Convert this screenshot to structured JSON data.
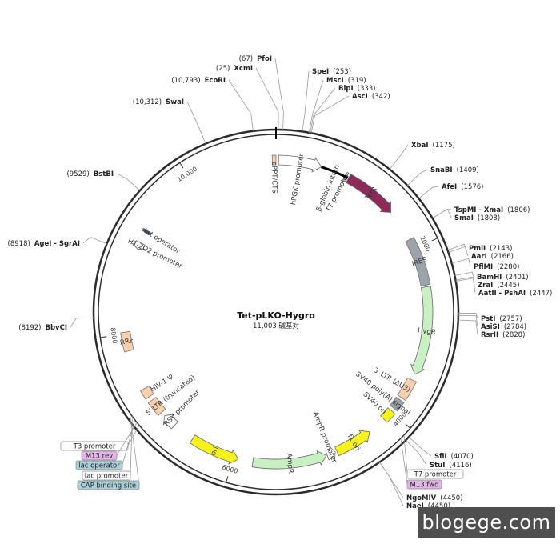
{
  "plasmid": {
    "name": "Tet-pLKO-Hygro",
    "size_label": "11,003 碱基对",
    "length": 11003
  },
  "colors": {
    "backbone": "#2b2b2b",
    "TetR": "#8e2a5a",
    "IRES": "#9ca3ab",
    "HygR": "#c9f0c2",
    "AmpR": "#c9f0c2",
    "ori": "#f7f21c",
    "f1_ori": "#f7f21c",
    "peach": "#f8d0ac",
    "tet_op": "#3f5a63",
    "m13": "#e4b3ea",
    "lac": "#a9cfd8"
  },
  "ticks": [
    {
      "pos": 2000,
      "label": "2000"
    },
    {
      "pos": 4000,
      "label": "4000"
    },
    {
      "pos": 6000,
      "label": "6000"
    },
    {
      "pos": 8000,
      "label": "8000"
    },
    {
      "pos": 10000,
      "label": "10,000"
    }
  ],
  "features": [
    {
      "id": "cppt-cts",
      "label": "cPPT/CTS",
      "start": 10960,
      "end": 11003,
      "kind": "box",
      "color": "peach"
    },
    {
      "id": "hpgk-promoter",
      "label": "hPGK promoter",
      "start": 30,
      "end": 530,
      "kind": "arrow-open",
      "dir": 1
    },
    {
      "id": "t7-promoter",
      "label": "T7 promoter",
      "start": 825,
      "end": 845,
      "kind": "box",
      "color": "lac"
    },
    {
      "id": "beta-globin-intron",
      "label": "β-globin intron",
      "start": 530,
      "end": 860,
      "kind": "line"
    },
    {
      "id": "tetr",
      "label": "TetR",
      "start": 870,
      "end": 1500,
      "kind": "arrow",
      "dir": 1,
      "color": "TetR"
    },
    {
      "id": "ires",
      "label": "IRES",
      "start": 1880,
      "end": 2440,
      "kind": "box",
      "color": "IRES"
    },
    {
      "id": "hygr",
      "label": "HygR",
      "start": 2460,
      "end": 3490,
      "kind": "arrow",
      "dir": 1,
      "color": "HygR"
    },
    {
      "id": "ltr-3",
      "label": "3′ LTR (ΔU3)",
      "start": 3560,
      "end": 3800,
      "kind": "box",
      "color": "peach"
    },
    {
      "id": "sv40-polya",
      "label": "SV40 poly(A) signal",
      "start": 3830,
      "end": 3950,
      "kind": "box",
      "color": "IRES"
    },
    {
      "id": "sv40-ori",
      "label": "SV40 ori",
      "start": 3990,
      "end": 4120,
      "kind": "box",
      "color": "ori"
    },
    {
      "id": "f1-ori",
      "label": "f1 ori",
      "start": 4340,
      "end": 4780,
      "kind": "arrow",
      "dir": -1,
      "color": "f1_ori"
    },
    {
      "id": "ampr-promoter",
      "label": "AmpR promoter",
      "start": 4800,
      "end": 4900,
      "kind": "arrow-open",
      "dir": -1
    },
    {
      "id": "ampr",
      "label": "AmpR",
      "start": 4910,
      "end": 5770,
      "kind": "arrow",
      "dir": -1,
      "color": "AmpR"
    },
    {
      "id": "ori",
      "label": "ori",
      "start": 5940,
      "end": 6520,
      "kind": "arrow",
      "dir": -1,
      "color": "ori"
    },
    {
      "id": "rsv-promoter",
      "label": "RSV promoter",
      "start": 6780,
      "end": 6940,
      "kind": "arrow-open",
      "dir": 1
    },
    {
      "id": "ltr-5",
      "label": "5′ LTR (truncated)",
      "start": 6990,
      "end": 7170,
      "kind": "box",
      "color": "peach"
    },
    {
      "id": "hiv-psi",
      "label": "HIV-1 Ψ",
      "start": 7220,
      "end": 7330,
      "kind": "box",
      "color": "peach"
    },
    {
      "id": "rre",
      "label": "RRE",
      "start": 7800,
      "end": 8020,
      "kind": "box",
      "color": "peach"
    },
    {
      "id": "h1-2o2-promoter",
      "label": "H1-2O2 promoter",
      "start": 9000,
      "end": 9080,
      "kind": "arrow-open",
      "dir": -1
    },
    {
      "id": "tet-operator",
      "label": "tet operator",
      "start": 9210,
      "end": 9240,
      "kind": "box",
      "color": "tet_op"
    }
  ],
  "sites": [
    {
      "name": "PfoI",
      "pos": "(67)"
    },
    {
      "name": "XcmI",
      "pos": "(25)"
    },
    {
      "name": "EcoRI",
      "pos": "(10,793)"
    },
    {
      "name": "SwaI",
      "pos": "(10,312)"
    },
    {
      "name": "SpeI",
      "pos": "(253)"
    },
    {
      "name": "MscI",
      "pos": "(319)"
    },
    {
      "name": "BlpI",
      "pos": "(333)"
    },
    {
      "name": "AscI",
      "pos": "(342)"
    },
    {
      "name": "XbaI",
      "pos": "(1175)"
    },
    {
      "name": "SnaBI",
      "pos": "(1409)"
    },
    {
      "name": "AfeI",
      "pos": "(1576)"
    },
    {
      "name": "TspMI - XmaI",
      "pos": "(1806)"
    },
    {
      "name": "SmaI",
      "pos": "(1808)"
    },
    {
      "name": "PmlI",
      "pos": "(2143)"
    },
    {
      "name": "AarI",
      "pos": "(2166)"
    },
    {
      "name": "PflMI",
      "pos": "(2280)"
    },
    {
      "name": "BamHI",
      "pos": "(2401)"
    },
    {
      "name": "ZraI",
      "pos": "(2445)"
    },
    {
      "name": "AatII - PshAI",
      "pos": "(2447)"
    },
    {
      "name": "PstI",
      "pos": "(2757)"
    },
    {
      "name": "AsiSI",
      "pos": "(2784)"
    },
    {
      "name": "RsrII",
      "pos": "(2828)"
    },
    {
      "name": "SfiI",
      "pos": "(4070)"
    },
    {
      "name": "StuI",
      "pos": "(4116)"
    },
    {
      "name": "NgoMIV",
      "pos": "(4450)"
    },
    {
      "name": "NaeI",
      "pos": "(4450)"
    },
    {
      "name": "BstBI",
      "pos": "(9529)"
    },
    {
      "name": "AgeI - SgrAI",
      "pos": "(8918)"
    },
    {
      "name": "BbvCI",
      "pos": "(8192)"
    }
  ],
  "primer_boxes": [
    {
      "label": "T7 promoter",
      "color": "#ffffff"
    },
    {
      "label": "M13 fwd",
      "color": "m13"
    },
    {
      "label": "T3 promoter",
      "color": "#ffffff"
    },
    {
      "label": "M13 rev",
      "color": "m13"
    },
    {
      "label": "lac operator",
      "color": "lac"
    },
    {
      "label": "lac promoter",
      "color": "#ffffff"
    },
    {
      "label": "CAP binding site",
      "color": "lac"
    }
  ],
  "watermark": "blogege.com"
}
